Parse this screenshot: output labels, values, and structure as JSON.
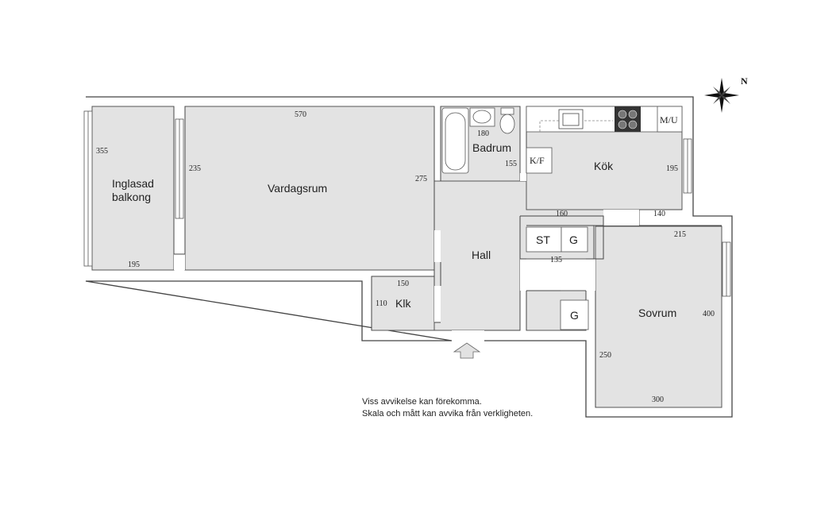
{
  "rooms": {
    "balkong_line1": "Inglasad",
    "balkong_line2": "balkong",
    "vardagsrum": "Vardagsrum",
    "badrum": "Badrum",
    "kok": "Kök",
    "hall": "Hall",
    "klk": "Klk",
    "sovrum": "Sovrum"
  },
  "fixtures": {
    "st": "ST",
    "g_hall": "G",
    "g_sovrum": "G",
    "kf": "K/F",
    "mu": "M/U"
  },
  "dimensions": {
    "d355": "355",
    "d195_balk": "195",
    "d570": "570",
    "d235": "235",
    "d275": "275",
    "d180": "180",
    "d155": "155",
    "d195_kok": "195",
    "d160": "160",
    "d140": "140",
    "d215": "215",
    "d135": "135",
    "d150": "150",
    "d110": "110",
    "d400": "400",
    "d250": "250",
    "d300": "300"
  },
  "compass": {
    "north_label": "N"
  },
  "notes": {
    "line1": "Viss avvikelse kan förekomma.",
    "line2": "Skala och mått kan avvika från verkligheten."
  }
}
